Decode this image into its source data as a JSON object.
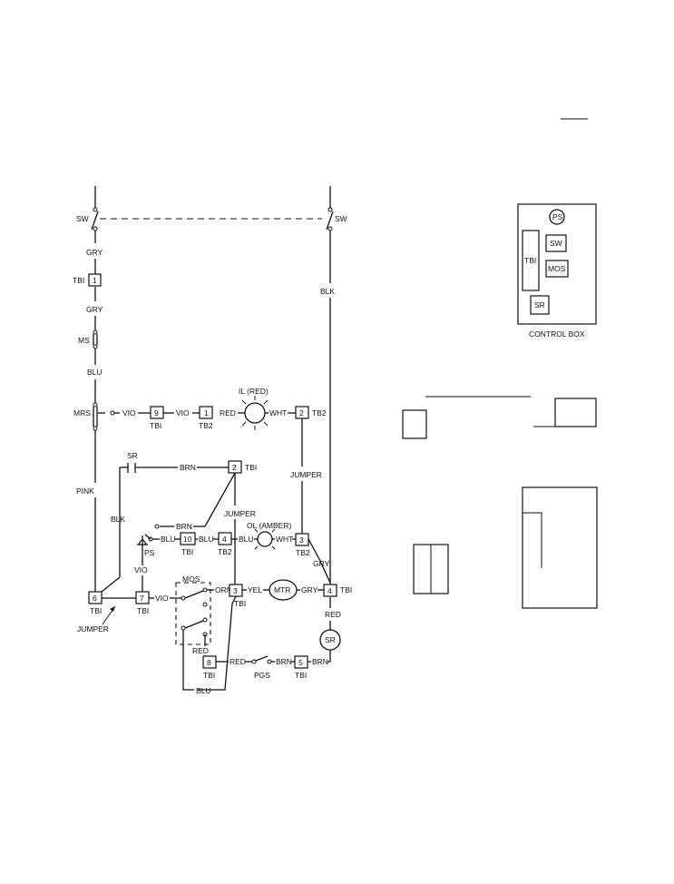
{
  "header": {
    "mark": ""
  },
  "wires": {
    "gry": "GRY",
    "blu": "BLU",
    "vio": "VIO",
    "brn": "BRN",
    "blk": "BLK",
    "pink": "PINK",
    "wht": "WHT",
    "yel": "YEL",
    "orn": "ORN",
    "red": "RED",
    "jumper": "JUMPER"
  },
  "components": {
    "sw": "SW",
    "ms": "MS",
    "mrs": "MRS",
    "sr": "SR",
    "ps": "PS",
    "mos": "MOS",
    "pgs": "PGS",
    "mtr": "MTR",
    "il": "IL (RED)",
    "ol": "OL (AMBER)"
  },
  "terminal_boards": {
    "tb1": "TBI",
    "tb2": "TB2"
  },
  "terminals": {
    "t1": "1",
    "t2": "2",
    "t3": "3",
    "t4": "4",
    "t5": "5",
    "t6": "6",
    "t7": "7",
    "t8": "8",
    "t9": "9",
    "t10": "10"
  },
  "control_box": {
    "caption": "CONTROL BOX",
    "ps": "PS",
    "sw": "SW",
    "tb1": "TBI",
    "mos": "MOS",
    "sr": "SR"
  }
}
